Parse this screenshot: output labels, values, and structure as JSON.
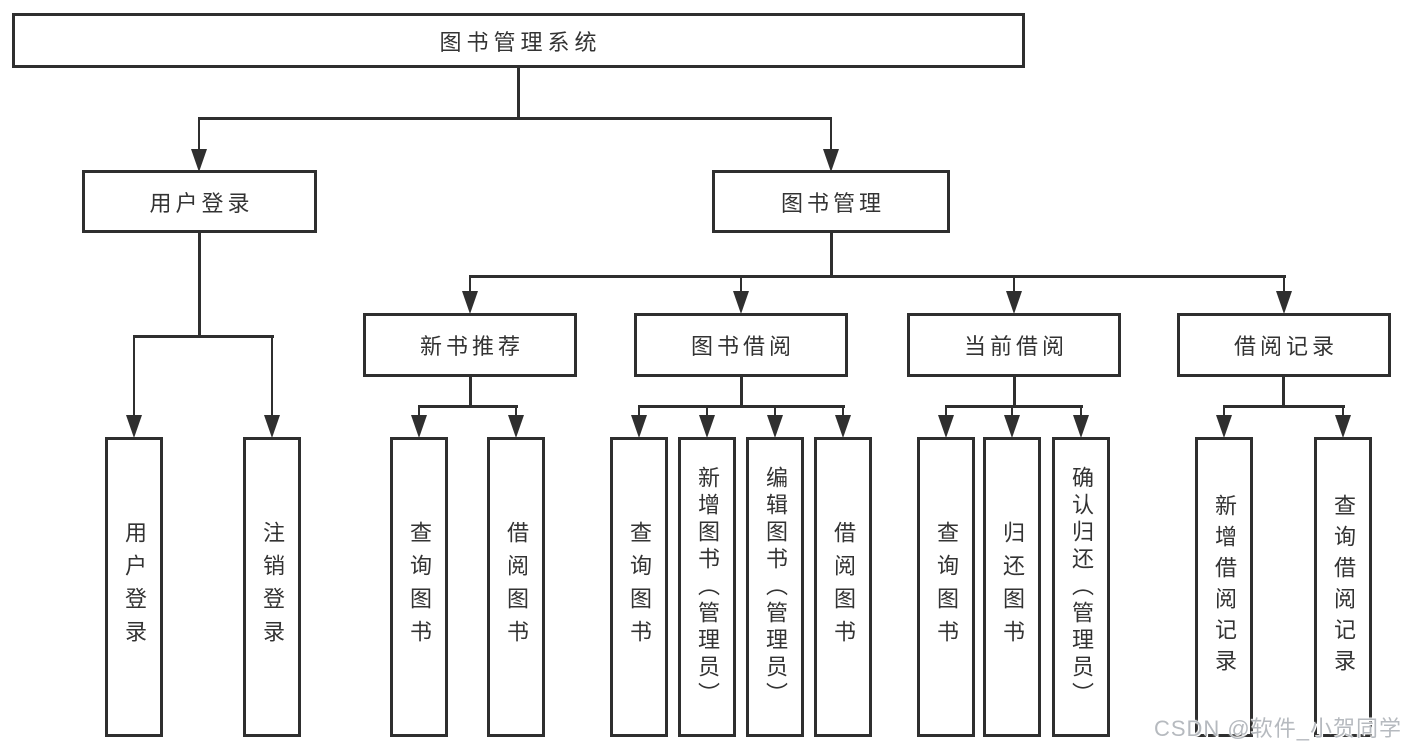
{
  "tree": {
    "label": "图书管理系统",
    "children": [
      {
        "label": "用户登录",
        "children": [
          {
            "label": "用户登录"
          },
          {
            "label": "注销登录"
          }
        ]
      },
      {
        "label": "图书管理",
        "children": [
          {
            "label": "新书推荐",
            "children": [
              {
                "label": "查询图书"
              },
              {
                "label": "借阅图书"
              }
            ]
          },
          {
            "label": "图书借阅",
            "children": [
              {
                "label": "查询图书"
              },
              {
                "label": "新增图书（管理员）"
              },
              {
                "label": "编辑图书（管理员）"
              },
              {
                "label": "借阅图书"
              }
            ]
          },
          {
            "label": "当前借阅",
            "children": [
              {
                "label": "查询图书"
              },
              {
                "label": "归还图书"
              },
              {
                "label": "确认归还（管理员）"
              }
            ]
          },
          {
            "label": "借阅记录",
            "children": [
              {
                "label": "新增借阅记录"
              },
              {
                "label": "查询借阅记录"
              }
            ]
          }
        ]
      }
    ]
  },
  "watermark": {
    "text": "CSDN @软件_小贺同学"
  },
  "colors": {
    "line": "#2f2f2f",
    "text": "#333333",
    "background": "#ffffff",
    "watermark": "#b6babf"
  }
}
